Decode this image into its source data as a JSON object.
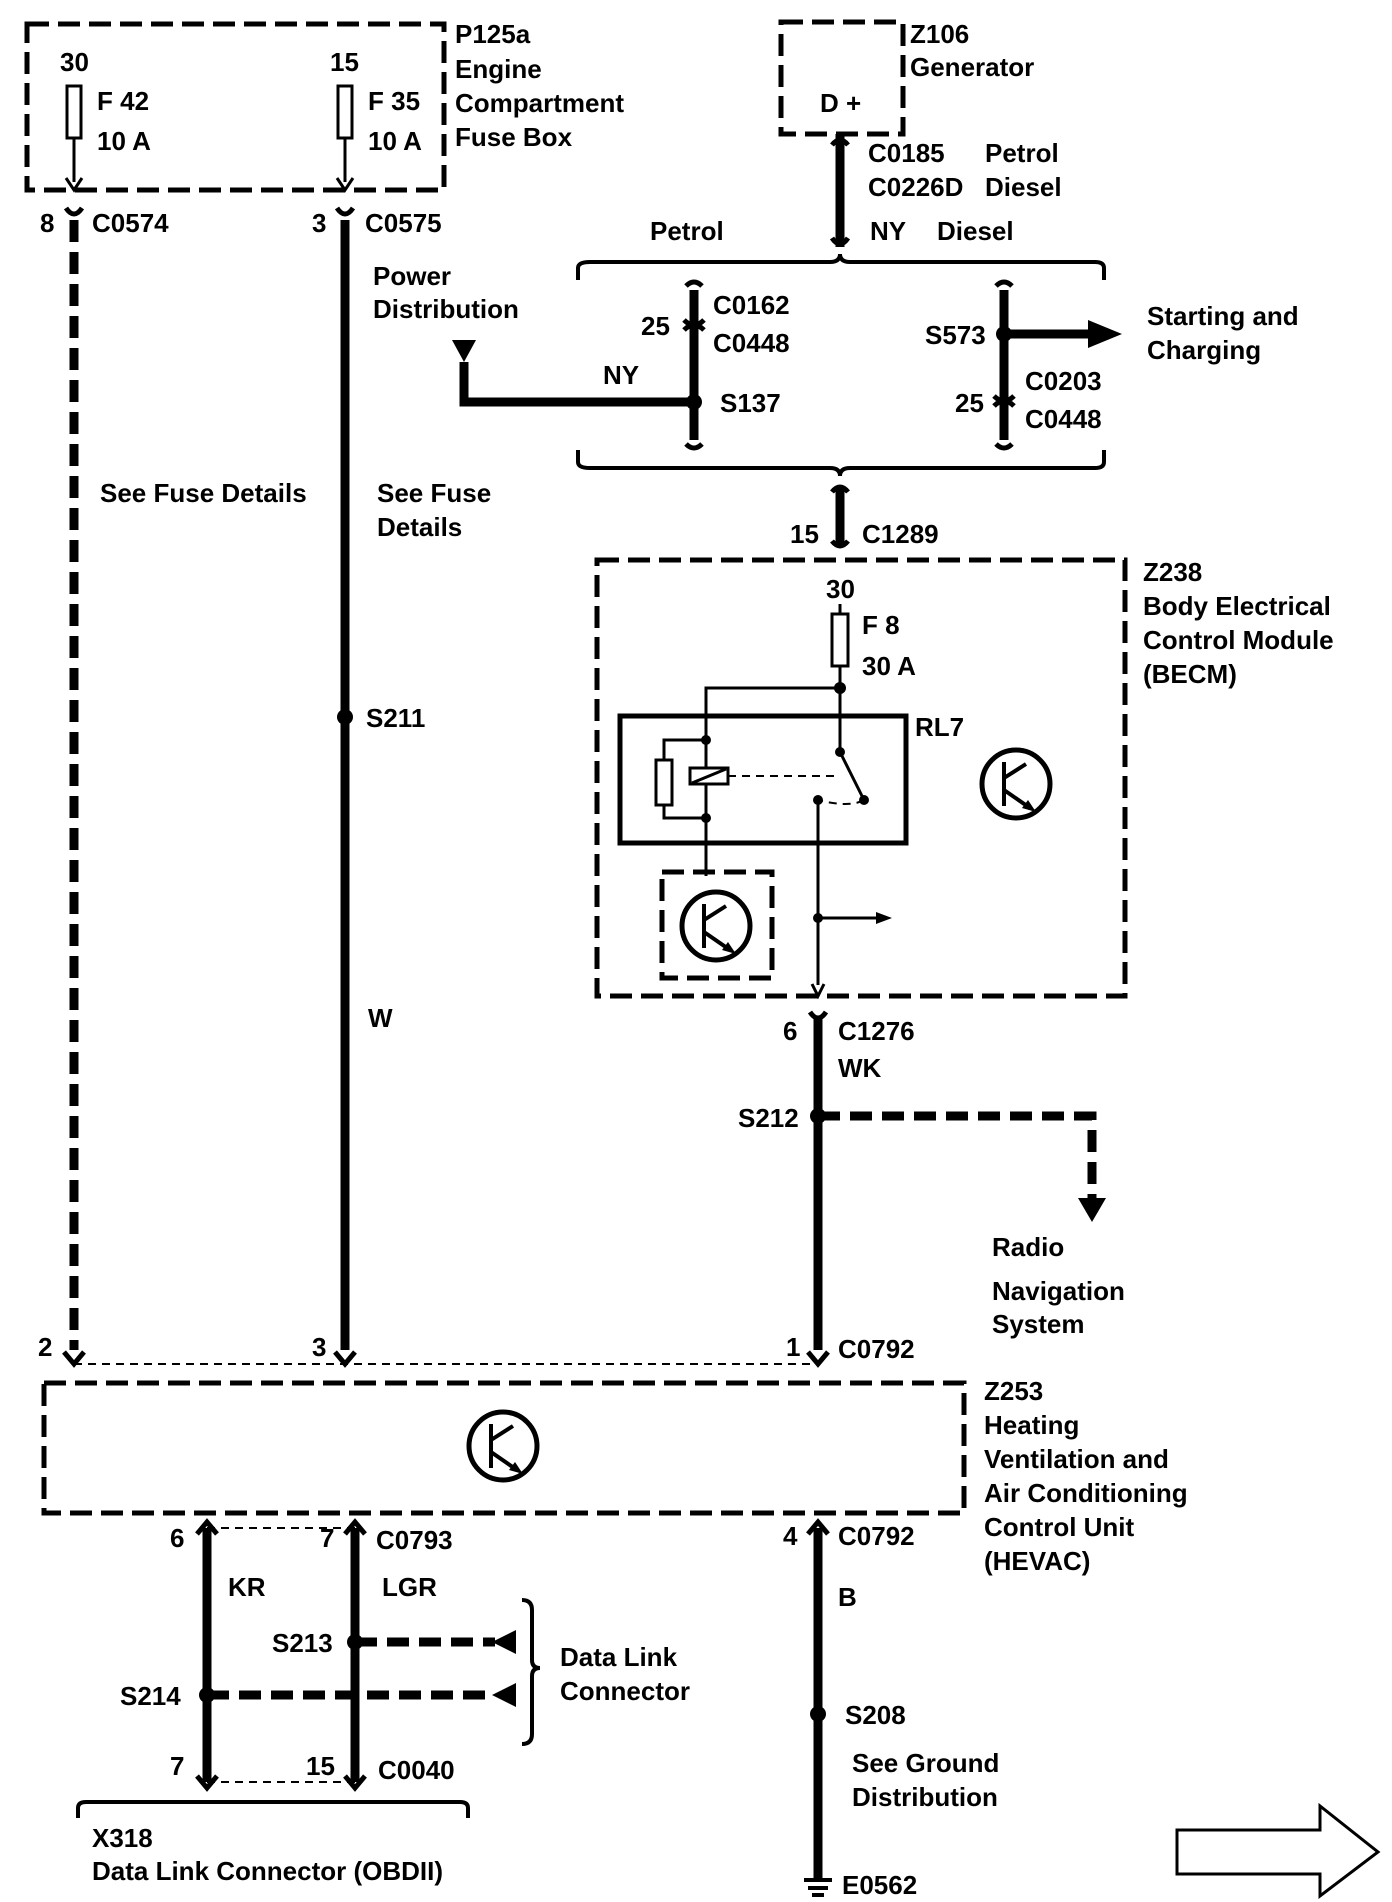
{
  "fuse_box": {
    "id": "P125a",
    "name_lines": [
      "Engine",
      "Compartment",
      "Fuse Box"
    ],
    "fuse_left": {
      "pin": "30",
      "fuse": "F 42",
      "rating": "10 A"
    },
    "fuse_right": {
      "pin": "15",
      "fuse": "F 35",
      "rating": "10 A"
    },
    "conn_left": {
      "pin": "8",
      "id": "C0574"
    },
    "conn_right": {
      "pin": "3",
      "id": "C0575"
    }
  },
  "generator": {
    "id": "Z106",
    "name": "Generator",
    "terminal": "D +",
    "conn_lines": [
      "C0185",
      "C0226D"
    ],
    "conn_variants": [
      "Petrol",
      "Diesel"
    ],
    "wire_color": "NY"
  },
  "variants": {
    "petrol": "Petrol",
    "diesel": "Diesel"
  },
  "power_distribution": {
    "lines": [
      "Power",
      "Distribution"
    ],
    "wire_color": "NY",
    "splice": "S137"
  },
  "petrol_block": {
    "pin": "25",
    "conn_lines": [
      "C0162",
      "C0448"
    ]
  },
  "diesel_block": {
    "pin": "25",
    "conn_lines": [
      "C0203",
      "C0448"
    ],
    "splice": "S573"
  },
  "starting_charging": {
    "lines": [
      "Starting and",
      "Charging"
    ]
  },
  "see_fuse_left": "See Fuse Details",
  "see_fuse_right": [
    "See Fuse",
    "Details"
  ],
  "splice_s211": "S211",
  "wire_w": "W",
  "conn_c1289": {
    "pin": "15",
    "id": "C1289"
  },
  "becm": {
    "id": "Z238",
    "name_lines": [
      "Body Electrical",
      "Control Module",
      "(BECM)"
    ],
    "fuse_pin": "30",
    "fuse": "F 8",
    "rating": "30 A",
    "relay": "RL7"
  },
  "conn_c1276": {
    "pin": "6",
    "id": "C1276",
    "wire_color": "WK"
  },
  "splice_s212": "S212",
  "radio": "Radio",
  "navigation": [
    "Navigation",
    "System"
  ],
  "hevac_top": {
    "left_pin": "2",
    "middle_pin": "3",
    "right_pin": "1",
    "conn": "C0792"
  },
  "hevac": {
    "id": "Z253",
    "name_lines": [
      "Heating",
      "Ventilation and",
      "Air Conditioning",
      "Control Unit",
      "(HEVAC)"
    ]
  },
  "hevac_bottom": {
    "pin_kr": "6",
    "pin_lgr": "7",
    "conn": "C0793",
    "pin_ground": "4",
    "conn_ground": "C0792"
  },
  "wire_kr": "KR",
  "wire_lgr": "LGR",
  "wire_b": "B",
  "splice_s213": "S213",
  "splice_s214": "S214",
  "data_link": [
    "Data Link",
    "Connector"
  ],
  "dlc_pins": {
    "left": "7",
    "right": "15",
    "conn": "C0040"
  },
  "dlc": {
    "id": "X318",
    "name": "Data Link Connector (OBDII)"
  },
  "splice_s208": "S208",
  "ground_distribution": [
    "See Ground",
    "Distribution"
  ],
  "ground": "E0562"
}
